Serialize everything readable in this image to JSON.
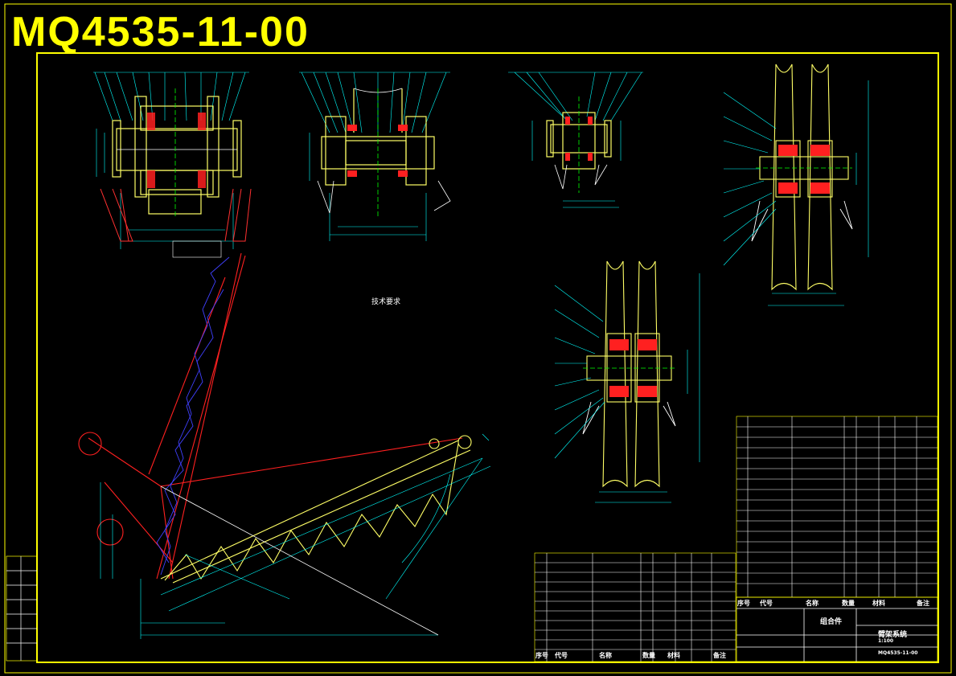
{
  "drawing": {
    "number": "MQ4535-11-00"
  },
  "technical_notes": {
    "title": "技术要求"
  },
  "title_block": {
    "assembly_label": "组合件",
    "name": "臂架系统",
    "scale": "1:100",
    "drawing_code": "MQ4535-11-00"
  },
  "parts_header": {
    "no": "序号",
    "code": "代号",
    "name": "名称",
    "qty": "数量",
    "material": "材料",
    "remark": "备注"
  },
  "colors": {
    "background": "#000000",
    "title": "#ffff00",
    "frame": "#ffff00",
    "leader": "#00ffff",
    "lattice_red": "#ff2020",
    "lattice_blue": "#4040ff",
    "boom_yellow": "#ffff60",
    "centerline_green": "#00ff00",
    "text": "#ffffff"
  }
}
